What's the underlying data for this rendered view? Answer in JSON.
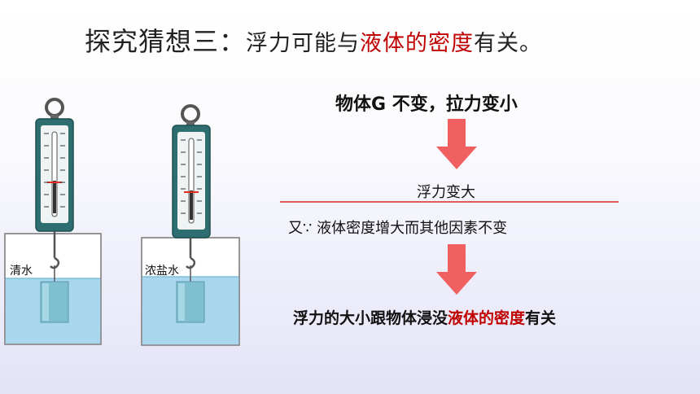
{
  "title": {
    "prefix": "探究猜想三：",
    "normal": "浮力可能与",
    "highlight": "液体的密度",
    "suffix": "有关。"
  },
  "colors": {
    "highlight": "#c00000",
    "arrow": "#f06060",
    "water": "#a9d8ee",
    "scale_body": "#2e6e70"
  },
  "reasoning": {
    "line1": "物体G 不变，拉力变小",
    "line2": "浮力变大",
    "line3": "又∵ 液体密度增大而其他因素不变",
    "conclusion_normal": "浮力的大小跟物体浸没",
    "conclusion_highlight": "液体的密度",
    "conclusion_suffix": "有关"
  },
  "beakers": [
    {
      "label": "清水"
    },
    {
      "label": "浓盐水"
    }
  ],
  "icons": {
    "arrow_down": "arrow-down-icon",
    "spring_scale": "spring-scale-icon"
  }
}
